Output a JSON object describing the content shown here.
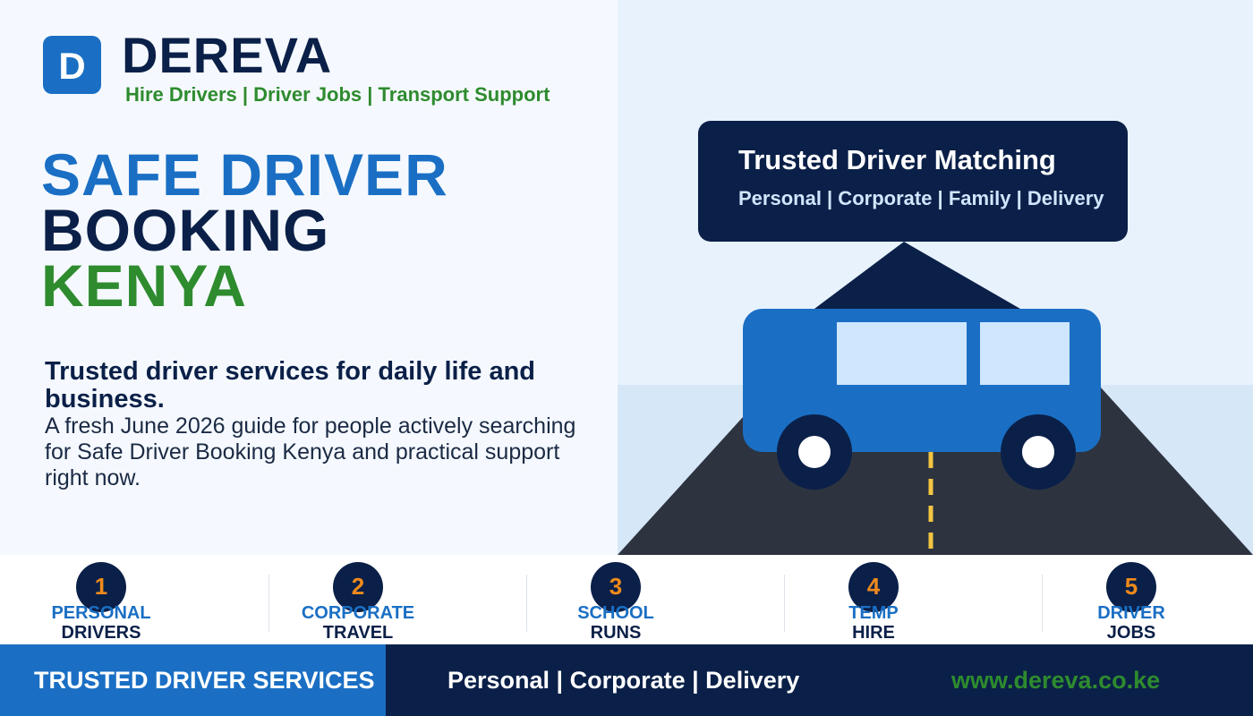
{
  "brand": {
    "logo_letter": "D",
    "name": "DEREVA",
    "tagline": "Hire Drivers | Driver Jobs | Transport Support"
  },
  "hero": {
    "line1": "SAFE DRIVER",
    "line2": "BOOKING",
    "line3": "KENYA"
  },
  "intro": {
    "subhead": "Trusted driver services for daily life and business.",
    "description": "A fresh June 2026 guide for people actively searching for Safe Driver Booking Kenya and practical support right now."
  },
  "bubble": {
    "title": "Trusted Driver Matching",
    "subtitle": "Personal | Corporate | Family | Delivery"
  },
  "features": [
    {
      "number": "1",
      "line1": "PERSONAL",
      "line2": "DRIVERS"
    },
    {
      "number": "2",
      "line1": "CORPORATE",
      "line2": "TRAVEL"
    },
    {
      "number": "3",
      "line1": "SCHOOL",
      "line2": "RUNS"
    },
    {
      "number": "4",
      "line1": "TEMP",
      "line2": "HIRE"
    },
    {
      "number": "5",
      "line1": "DRIVER",
      "line2": "JOBS"
    }
  ],
  "footer": {
    "badge": "TRUSTED DRIVER SERVICES",
    "services": "Personal | Corporate | Delivery",
    "url": "www.dereva.co.ke"
  },
  "illustration": {
    "icon": "van-on-road-illustration"
  },
  "colors": {
    "primary_blue": "#1a6fc4",
    "navy": "#0b2048",
    "green": "#2e8b2e",
    "orange": "#f08a1c",
    "road": "#2d3440",
    "road_line": "#f4c542",
    "window": "#cfe6ff"
  }
}
